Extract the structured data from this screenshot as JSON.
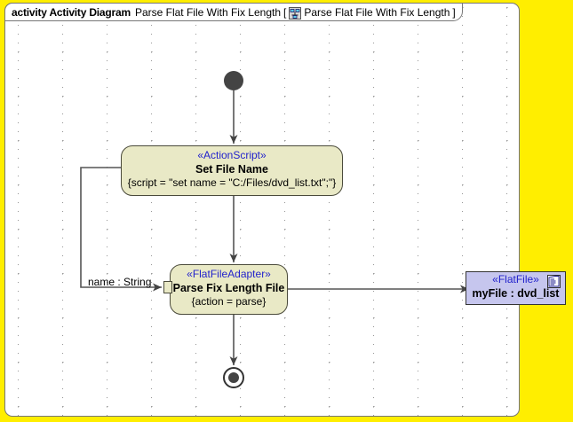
{
  "frame": {
    "keyword": "activity Activity Diagram",
    "name": "Parse Flat File With Fix Length",
    "bracket_open": "[",
    "bracket_label": "Parse Flat File With Fix Length",
    "bracket_close": "]",
    "icon": "activity-diagram-icon"
  },
  "colors": {
    "canvas_outside": "#ffee00",
    "frame_background": "#ffffff",
    "action_fill": "#e9e9c6",
    "action_border": "#4a4a3a",
    "object_fill": "#c6c6ee",
    "object_border": "#333333",
    "stereotype_text": "#2222cc",
    "edge": "#444444"
  },
  "nodes": {
    "initial": {
      "name": "initial-node"
    },
    "final": {
      "name": "activity-final-node"
    },
    "set_file_name": {
      "stereotype": "«ActionScript»",
      "name": "Set File Name",
      "property": "{script = \"set name = \"C:/Files/dvd_list.txt\";\"}"
    },
    "parse_fix_length": {
      "stereotype": "«FlatFileAdapter»",
      "name": "Parse Fix Length File",
      "property": "{action = parse}"
    },
    "flat_file": {
      "stereotype": "«FlatFile»",
      "name": "myFile : dvd_list",
      "icon": "file-document-icon"
    }
  },
  "edges": {
    "name_string_label": "name : String"
  }
}
